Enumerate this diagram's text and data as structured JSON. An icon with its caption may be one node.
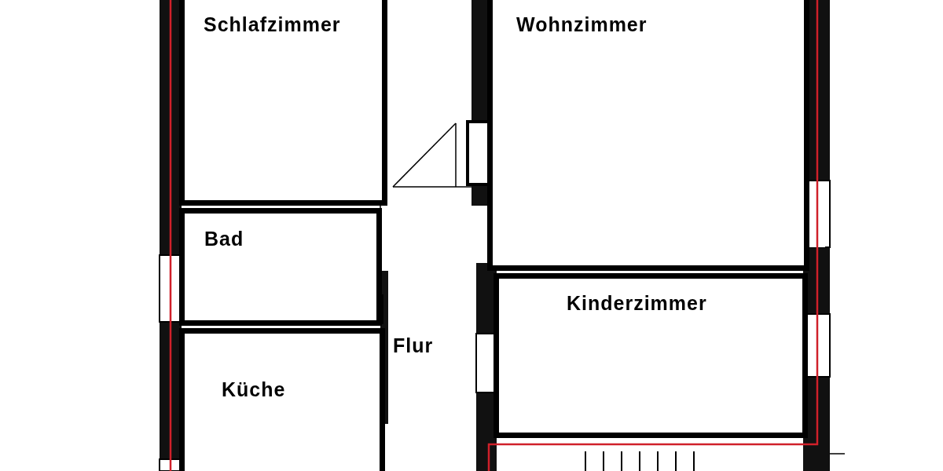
{
  "diagram": {
    "nodes": [
      {
        "text": [
          "Schlafzimmer"
        ]
      },
      {
        "text": [
          "Wohnzimmer"
        ]
      },
      {
        "text": [
          "Bad"
        ]
      },
      {
        "text": [
          "Flur"
        ]
      },
      {
        "text": [
          "Kinderzimmer"
        ]
      },
      {
        "text": [
          "Küche"
        ]
      }
    ]
  }
}
